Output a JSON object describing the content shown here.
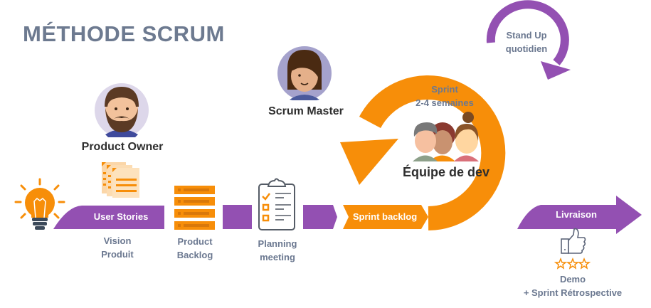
{
  "title": "MÉTHODE SCRUM",
  "colors": {
    "orange": "#f78e09",
    "purple": "#9350b2",
    "title_grey": "#6d7a90",
    "label_grey": "#6b7890",
    "dark_text": "#2e2e2e"
  },
  "roles": {
    "product_owner": "Product Owner",
    "scrum_master": "Scrum Master",
    "dev_team": "Équipe de dev"
  },
  "flow": {
    "user_stories": "User Stories",
    "sprint_backlog": "Sprint backlog",
    "livraison": "Livraison"
  },
  "labels": {
    "vision_line1": "Vision",
    "vision_line2": "Produit",
    "product_backlog_line1": "Product",
    "product_backlog_line2": "Backlog",
    "planning_line1": "Planning",
    "planning_line2": "meeting",
    "sprint_line1": "Sprint",
    "sprint_line2": "2-4 semaines",
    "standup_line1": "Stand Up",
    "standup_line2": "quotidien",
    "demo_line1": "Demo",
    "demo_line2": "+ Sprint Rétrospective"
  },
  "icons": {
    "idea": "lightbulb-icon",
    "user_stories": "documents-stack-icon",
    "product_backlog": "backlog-list-icon",
    "planning": "clipboard-checklist-icon",
    "demo": "thumbs-up-icon",
    "rating": "three-stars-icon"
  },
  "rating_stars": 3
}
